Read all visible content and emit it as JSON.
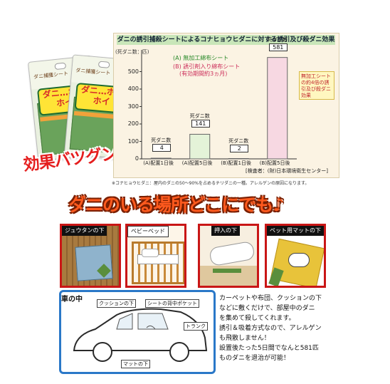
{
  "product": {
    "pack_text": "ダニ…ホイホイ",
    "pack_top": "ダニ捕獲シート",
    "burst": "効果バツグン！"
  },
  "chart": {
    "title": "ダニの誘引捕殺シートによるコナヒョウヒダニに対する誘引及び殺ダニ効果",
    "unit_label": "(死ダニ数：匹)",
    "legend_a": "(A) 無加工綿布シート",
    "legend_b": "(B) 誘引剤入り綿布シート",
    "legend_b_note": "(有効期間約3ヵ月)",
    "dead_label": "死ダニ数",
    "source": "[検査者：(財)日本環境衛生センター]",
    "callout": "無加工シートの約4倍の誘引及び殺ダニ効果",
    "footnote": "※コナヒョウヒダニ：屋内のダニの50〜90%を占めるチリダニの一種。アレルゲンの原因になります。"
  },
  "chart_data": {
    "type": "bar",
    "categories": [
      "(A)配置1日後",
      "(A)配置5日後",
      "(B)配置1日後",
      "(B)配置5日後"
    ],
    "values": [
      4,
      141,
      2,
      581
    ],
    "ylim": [
      0,
      600
    ],
    "yticks": [
      0,
      100,
      200,
      300,
      400,
      500
    ],
    "colors": [
      "#e4f3d8",
      "#e4f3d8",
      "#f7d8e2",
      "#f7d8e2"
    ],
    "title": "ダニの誘引捕殺シートによるコナヒョウヒダニに対する誘引及び殺ダニ効果",
    "ylabel": "(死ダニ数：匹)",
    "xlabel": ""
  },
  "headline": "ダニのいる場所どこにでも♪",
  "scenes": [
    {
      "label": "ジュウタンの下"
    },
    {
      "label": "ベビーベッド"
    },
    {
      "label": "押入の下"
    },
    {
      "label": "ペット用マットの下"
    }
  ],
  "car": {
    "title": "車の中",
    "cushion": "クッションの下",
    "seat_pocket": "シートの背中ポケット",
    "trunk": "トランク",
    "mat": "マットの下"
  },
  "description": [
    "カーペットや布団、クッションの下",
    "などに敷くだけで、部屋中のダニ",
    "を集めて殺してくれます。",
    "誘引＆吸着方式なので、アレルゲン",
    "も飛散しません！",
    "設置後たった5日間でなんと581匹",
    "ものダニを退治が可能！"
  ],
  "colors": {
    "accent_red": "#e51e1e",
    "headline_orange": "#ff5a1e",
    "panel_bg": "#fbf3e3",
    "title_band": "#c9e6b9",
    "car_border": "#2a78c8"
  }
}
